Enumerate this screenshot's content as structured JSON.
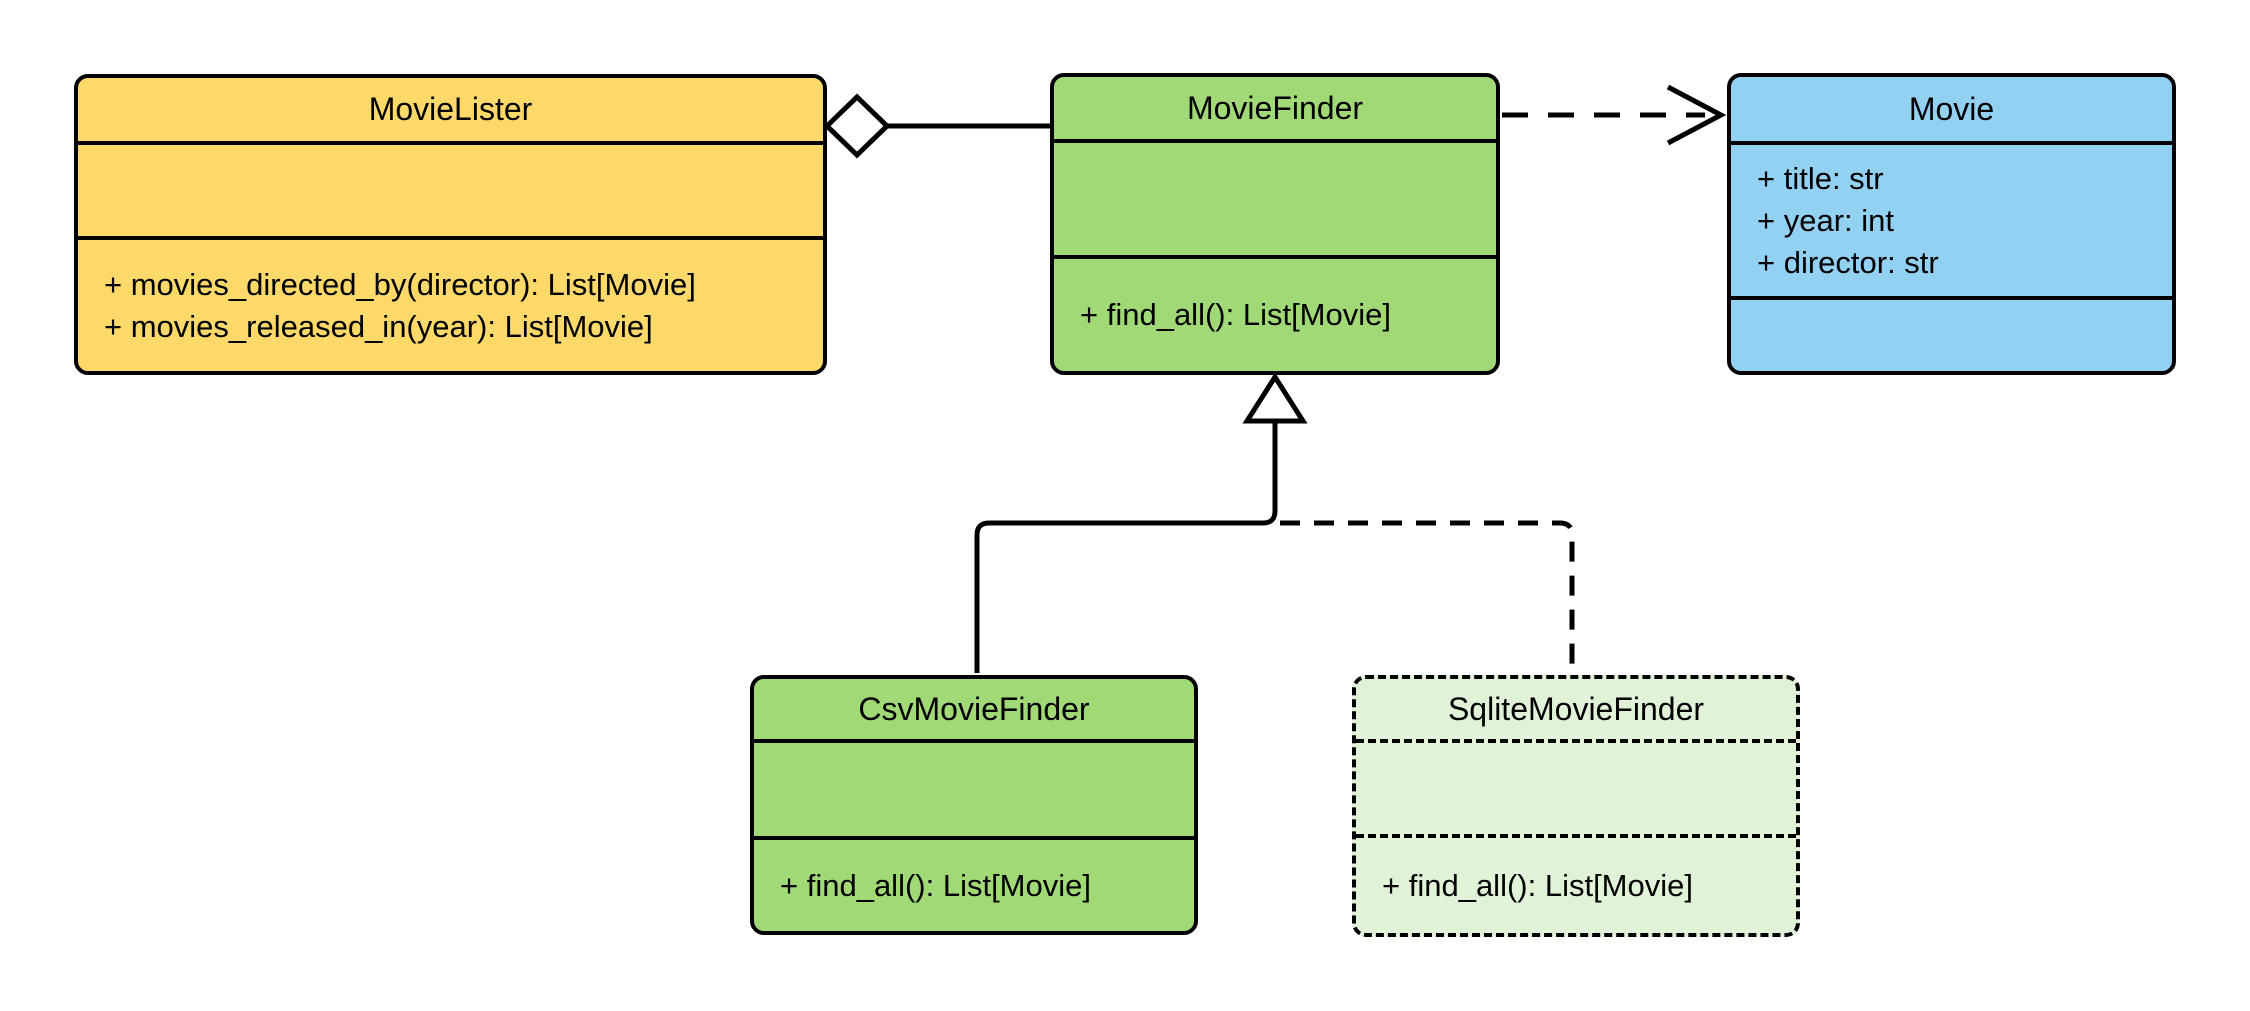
{
  "diagram": {
    "kind": "uml-class-diagram",
    "background": "#ffffff",
    "stroke_color": "#000000",
    "classes": {
      "movie_lister": {
        "title": "MovieLister",
        "attributes": [],
        "methods": [
          "+ movies_directed_by(director): List[Movie]",
          "+ movies_released_in(year): List[Movie]"
        ],
        "fill": "#FDD96A",
        "border_style": "solid"
      },
      "movie_finder": {
        "title": "MovieFinder",
        "attributes": [],
        "methods": [
          "+ find_all(): List[Movie]"
        ],
        "fill": "#A0D976",
        "border_style": "solid"
      },
      "movie": {
        "title": "Movie",
        "attributes": [
          "+ title: str",
          "+ year: int",
          "+ director: str"
        ],
        "methods": [],
        "fill": "#93D1F3",
        "border_style": "solid"
      },
      "csv_movie_finder": {
        "title": "CsvMovieFinder",
        "attributes": [],
        "methods": [
          "+ find_all(): List[Movie]"
        ],
        "fill": "#A0D976",
        "border_style": "solid"
      },
      "sqlite_movie_finder": {
        "title": "SqliteMovieFinder",
        "attributes": [],
        "methods": [
          "+ find_all(): List[Movie]"
        ],
        "fill": "#E0F2D8",
        "border_style": "dashed"
      }
    },
    "relationships": [
      {
        "type": "aggregation",
        "source": "MovieLister",
        "target": "MovieFinder",
        "line_style": "solid",
        "marker": "hollow-diamond-at-source"
      },
      {
        "type": "dependency",
        "source": "MovieFinder",
        "target": "Movie",
        "line_style": "dashed",
        "marker": "open-arrow-at-target"
      },
      {
        "type": "generalization",
        "source": "CsvMovieFinder",
        "target": "MovieFinder",
        "line_style": "solid",
        "marker": "hollow-triangle-at-target"
      },
      {
        "type": "generalization",
        "source": "SqliteMovieFinder",
        "target": "MovieFinder",
        "line_style": "dashed",
        "marker": "hollow-triangle-at-target"
      }
    ]
  }
}
